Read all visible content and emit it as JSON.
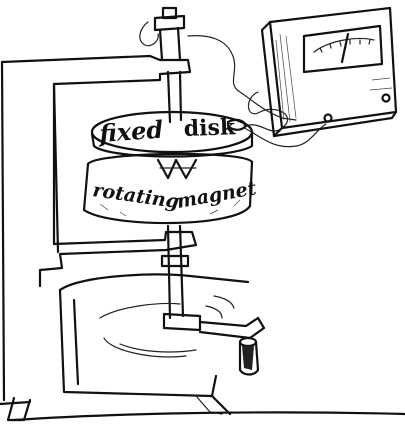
{
  "labels": {
    "fixed_disk_word1": "fixed",
    "fixed_disk_word2": "disk",
    "rotating_magnet_word1": "rotating",
    "rotating_magnet_word2": "magnet"
  },
  "colors": {
    "ink": "#111111",
    "paper": "#ffffff"
  },
  "icons": [
    "meter-icon",
    "crank-handle-icon",
    "wire-icon"
  ]
}
